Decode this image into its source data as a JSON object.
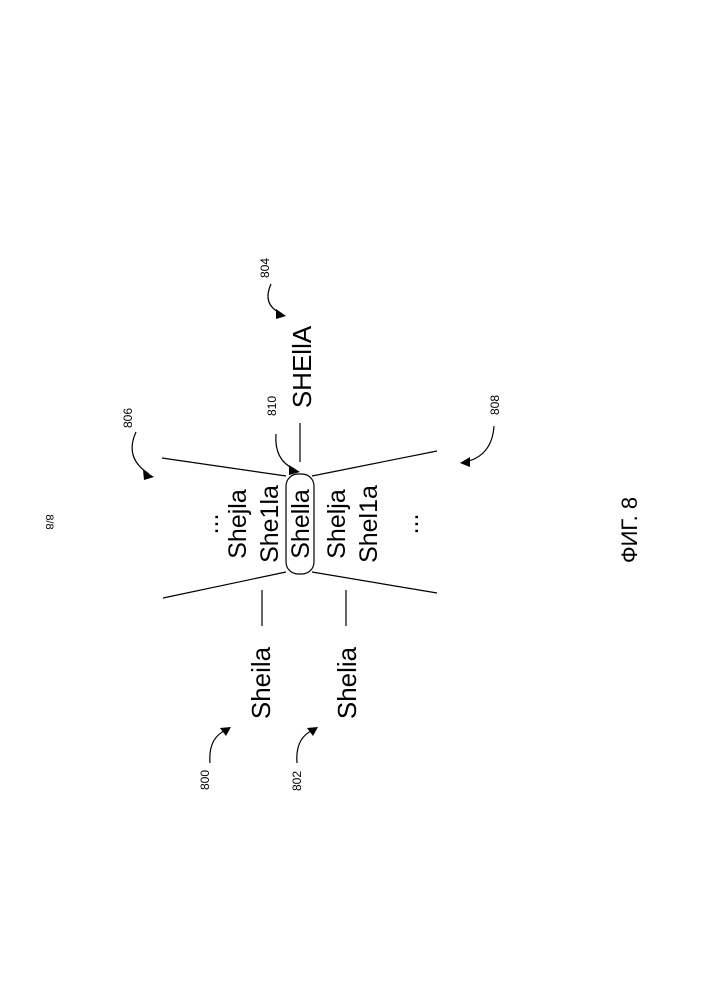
{
  "page_number": "8/8",
  "figure_label": "ФИГ. 8",
  "inputs": [
    {
      "ref": "800",
      "text": "Sheila"
    },
    {
      "ref": "802",
      "text": "Shelia"
    }
  ],
  "candidates": {
    "ref": "806",
    "items": [
      "...",
      "Shejla",
      "She1la",
      "Shella",
      "Shelja",
      "Shel1a",
      "..."
    ],
    "selected_index": 3
  },
  "selected_ref": "810",
  "output": {
    "ref": "804",
    "text": "SHEllA"
  },
  "right_ref": "808"
}
